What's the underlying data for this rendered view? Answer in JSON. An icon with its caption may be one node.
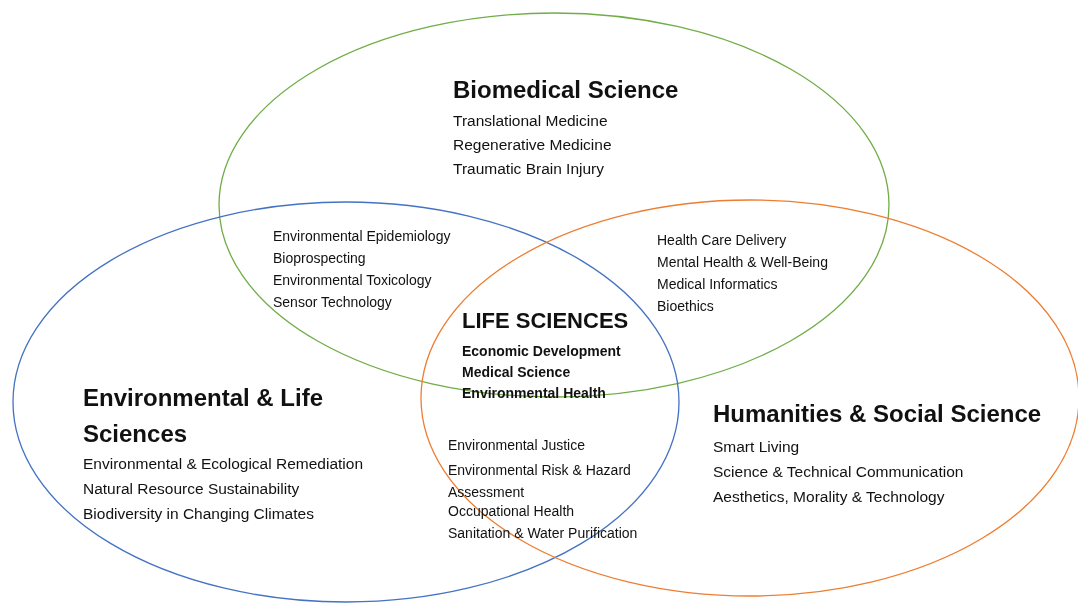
{
  "diagram": {
    "nodes": [
      {
        "text": [
          "Biomedical Science",
          "Translational Medicine",
          "Regenerative Medicine",
          "Traumatic Brain Injury"
        ]
      },
      {
        "text": [
          "Environmental & Life Sciences",
          "Environmental & Ecological Remediation",
          "Natural Resource Sustainability",
          "Biodiversity in Changing Climates"
        ]
      },
      {
        "text": [
          "Humanities & Social Science",
          "Smart Living",
          "Science & Technical Communication",
          "Aesthetics, Morality & Technology"
        ]
      }
    ],
    "edges": [],
    "labels": [
      "Environmental Epidemiology",
      "Bioprospecting",
      "Environmental Toxicology",
      "Sensor Technology",
      "Health Care Delivery",
      "Mental Health & Well-Being",
      "Medical Informatics",
      "Bioethics",
      "LIFE SCIENCES",
      "Economic Development",
      "Medical Science",
      "Environmental Health",
      "Environmental Justice",
      "Environmental Risk & Hazard Assessment",
      "Occupational Health",
      "Sanitation & Water Purification"
    ]
  }
}
